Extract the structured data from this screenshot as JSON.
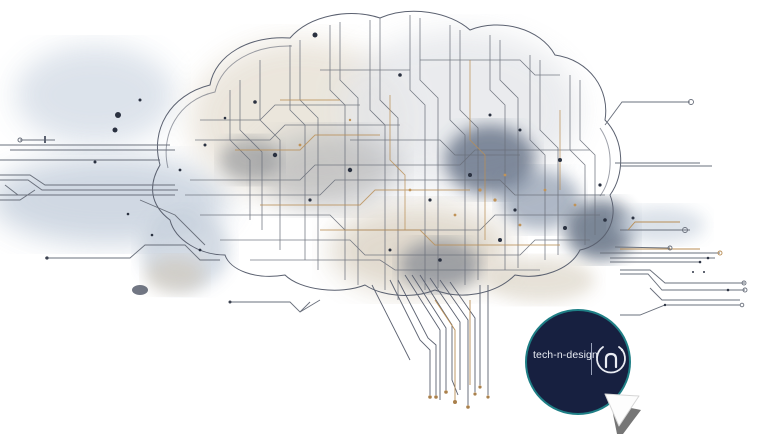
{
  "illustration": {
    "subject": "circuit-board brain watercolor illustration",
    "colors": {
      "background": "#ffffff",
      "circuit_line": "#5b6170",
      "circuit_gold": "#b98e55",
      "wash_blue": "#9fb0c6",
      "wash_dark": "#2f3a4d",
      "wash_beige": "#cbbba4"
    }
  },
  "logo": {
    "brand": "tech-n-design",
    "tagline": "",
    "mark_letter": "n",
    "background": "#172040",
    "ring": "#1f7f86"
  },
  "cursor": {
    "icon": "pointer-arrow-icon"
  }
}
